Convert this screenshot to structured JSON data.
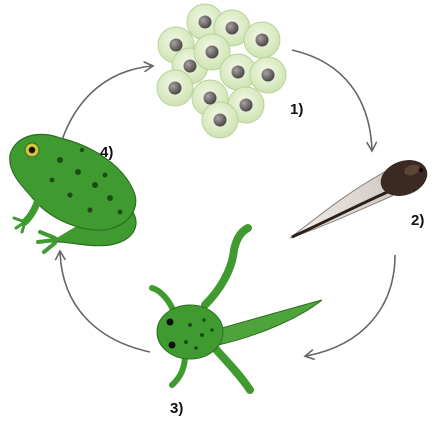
{
  "stages": [
    {
      "label": "1)",
      "icon": "frog-eggs-icon"
    },
    {
      "label": "2)",
      "icon": "tadpole-icon"
    },
    {
      "label": "3)",
      "icon": "froglet-icon"
    },
    {
      "label": "4)",
      "icon": "adult-frog-icon"
    }
  ],
  "colors": {
    "egg_jelly": "#dfeec8",
    "egg_yolk": "#6a6464",
    "frog_green": "#3f9a2f",
    "frog_spots": "#1d4a18",
    "tadpole": "#3a2a22",
    "arrow": "#666666"
  }
}
